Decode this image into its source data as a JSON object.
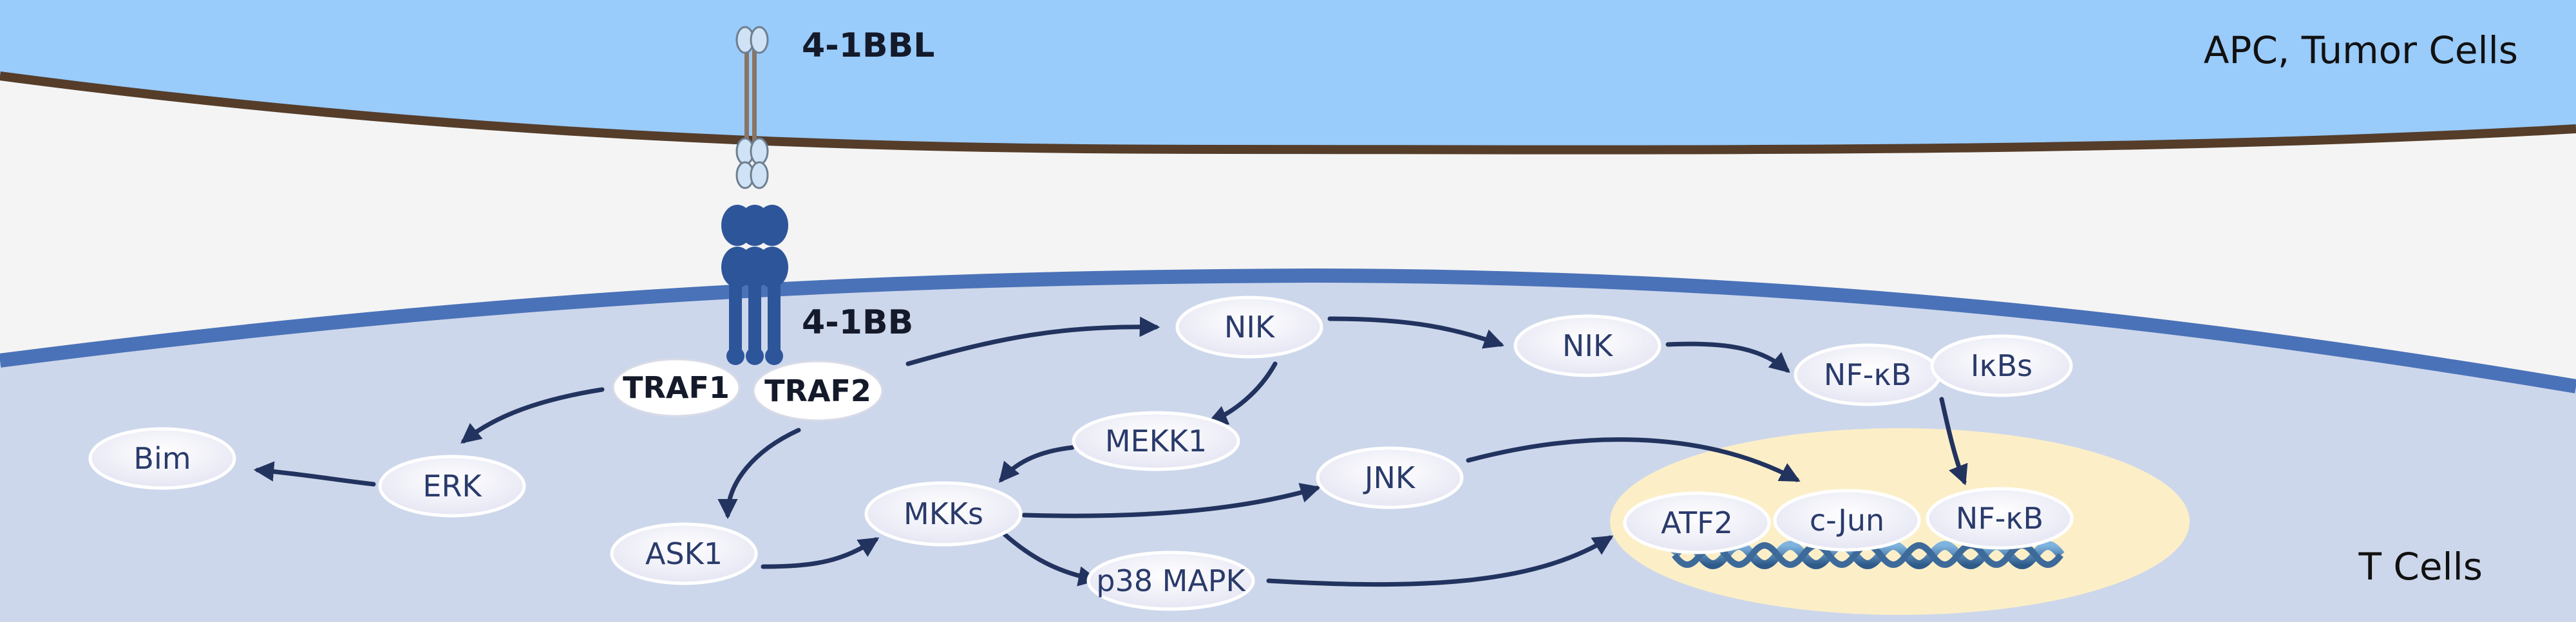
{
  "regions": {
    "apc_label": "APC, Tumor Cells",
    "tcell_label": "T Cells"
  },
  "molecules": {
    "ligand_label": "4-1BBL",
    "receptor_label": "4-1BB"
  },
  "nodes": {
    "traf1": "TRAF1",
    "traf2": "TRAF2",
    "nik_1": "NIK",
    "nik_2": "NIK",
    "nfkb_cytoplasm": "NF-κB",
    "ikbs": "IκBs",
    "mekk1": "MEKK1",
    "bim": "Bim",
    "erk": "ERK",
    "mkks": "MKKs",
    "jnk": "JNK",
    "ask1": "ASK1",
    "p38_mapk": "p38 MAPK",
    "atf2": "ATF2",
    "c_jun": "c-Jun",
    "nfkb_nucleus": "NF-κB"
  },
  "colors": {
    "apc_region": "#99cbfb",
    "intercellular_space": "#f4f4f4",
    "tcell_cytoplasm": "#cdd7eb",
    "tcell_membrane": "#4a72b8",
    "apc_membrane": "#553d2a",
    "nucleus": "#fcefc8",
    "receptor": "#2d559a",
    "arrow": "#22335f",
    "dna": "#3e6a9a"
  }
}
